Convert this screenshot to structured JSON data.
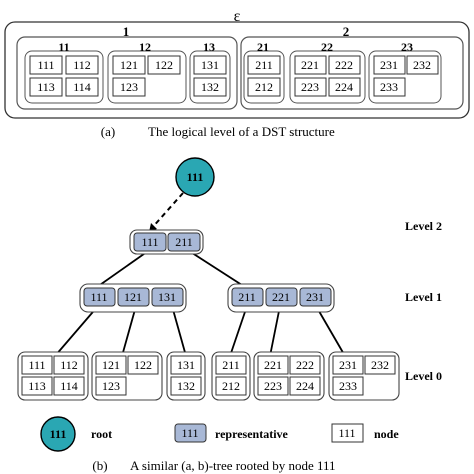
{
  "part_a": {
    "top_label": "ε",
    "groups": [
      {
        "label": "1",
        "subgroups": [
          {
            "label": "11",
            "cells": [
              "111",
              "112",
              "113",
              "114"
            ]
          },
          {
            "label": "12",
            "cells": [
              "121",
              "122",
              "123"
            ]
          },
          {
            "label": "13",
            "cells": [
              "131",
              "132"
            ]
          }
        ]
      },
      {
        "label": "2",
        "subgroups": [
          {
            "label": "21",
            "cells": [
              "211",
              "212"
            ]
          },
          {
            "label": "22",
            "cells": [
              "221",
              "222",
              "223",
              "224"
            ]
          },
          {
            "label": "23",
            "cells": [
              "231",
              "232",
              "233"
            ]
          }
        ]
      }
    ],
    "caption_letter": "(a)",
    "caption_text": "The logical level of a DST structure"
  },
  "part_b": {
    "root_label": "111",
    "levels": [
      "Level 2",
      "Level 1",
      "Level 0"
    ],
    "level2_reps": [
      "111",
      "211"
    ],
    "level1_left_reps": [
      "111",
      "121",
      "131"
    ],
    "level1_right_reps": [
      "211",
      "221",
      "231"
    ],
    "leaves": [
      [
        "111",
        "112",
        "113",
        "114"
      ],
      [
        "121",
        "122",
        "123"
      ],
      [
        "131",
        "132"
      ],
      [
        "211",
        "212"
      ],
      [
        "221",
        "222",
        "223",
        "224"
      ],
      [
        "231",
        "232",
        "233"
      ]
    ],
    "legend": {
      "root_sample": "111",
      "root_label": "root",
      "rep_sample": "111",
      "rep_label": "representative",
      "node_sample": "111",
      "node_label": "node"
    },
    "caption_letter": "(b)",
    "caption_text": "A similar (a, b)-tree rooted by node 111"
  },
  "colors": {
    "root_fill": "#2aa7b3",
    "rep_fill": "#a8b8d6",
    "node_fill": "#ffffff",
    "line": "#000000",
    "group_border": "#555555"
  }
}
